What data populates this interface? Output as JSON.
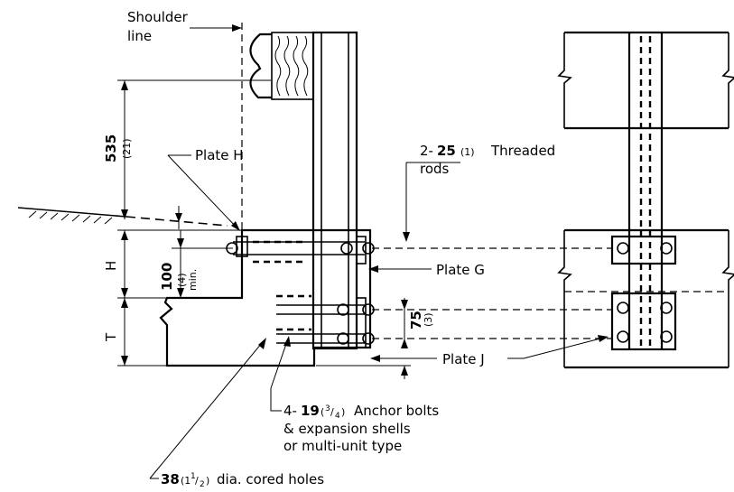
{
  "labels": {
    "shoulder_line_1": "Shoulder",
    "shoulder_line_2": "line",
    "plate_h": "Plate H",
    "threaded_rods_prefix": "2-",
    "threaded_rods_size": "25",
    "threaded_rods_imperial": "(1)",
    "threaded_rods_text": "Threaded",
    "threaded_rods_text2": "rods",
    "plate_g": "Plate G",
    "plate_j": "Plate J",
    "anchor_prefix": "4-",
    "anchor_size": "19",
    "anchor_frac_num": "3",
    "anchor_frac_den": "4",
    "anchor_text1": "Anchor bolts",
    "anchor_text2": "& expansion shells",
    "anchor_text3": "or multi-unit type",
    "cored_size": "38",
    "cored_imperial": "(1",
    "cored_frac_num": "1",
    "cored_frac_den": "2",
    "cored_text": "dia. cored holes"
  },
  "dimensions": {
    "d535": "535",
    "d535_imperial": "(21)",
    "d100": "100",
    "d100_imperial": "(4)",
    "d100_min": "min.",
    "d75": "75",
    "d75_imperial": "(3)",
    "dim_h": "H",
    "dim_t": "T"
  }
}
